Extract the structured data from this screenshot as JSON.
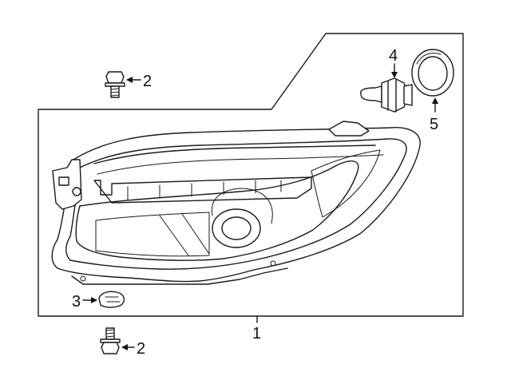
{
  "diagram": {
    "callouts": {
      "headlamp_assembly": "1",
      "upper_bolt": "2",
      "lower_bolt": "2",
      "clip": "3",
      "bulb": "4",
      "cap_seal": "5"
    },
    "colors": {
      "line": "#1a1a1a",
      "background": "#ffffff",
      "shade": "#d9d9d9"
    }
  }
}
